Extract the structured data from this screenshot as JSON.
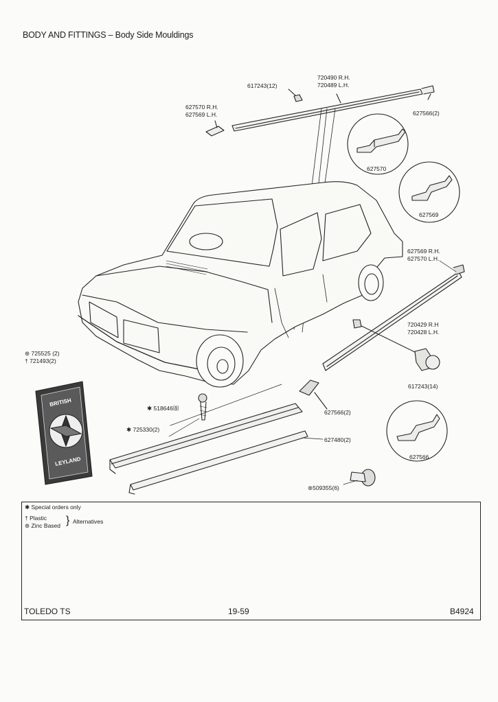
{
  "page": {
    "title": "BODY AND FITTINGS – Body Side Mouldings",
    "footer_left": "TOLEDO TS",
    "footer_center": "19-59",
    "footer_right": "B4924"
  },
  "labels": {
    "p617243_12": "617243(12)",
    "p720490": "720490 R.H.",
    "p720489": "720489 L.H.",
    "p627570rh": "627570 R.H.",
    "p627569lh": "627569 L.H.",
    "p627566_2_top": "627566(2)",
    "p627570_detail": "627570",
    "p627569_detail": "627569",
    "p627569rh": "627569 R.H.",
    "p627570lh": "627570 L.H.",
    "p720429": "720429 R.H",
    "p720428": "720428 L.H.",
    "p617243_14": "617243(14)",
    "p725525": "⊛ 725525 (2)",
    "p721493": "† 721493(2)",
    "p518646": "✱ 518646⑻",
    "p725330": "✱ 725330(2)",
    "p627566_2_low": "627566(2)",
    "p627480": "627480(2)",
    "p627566_detail": "627566",
    "p509355": "⊛509355(6)"
  },
  "badge": {
    "top_text": "BRITISH",
    "bottom_text": "LEYLAND"
  },
  "notes": {
    "special": "✱ Special orders only",
    "plastic": "† Plastic",
    "zinc": "⊛ Zinc Based",
    "alternatives": "Alternatives"
  }
}
